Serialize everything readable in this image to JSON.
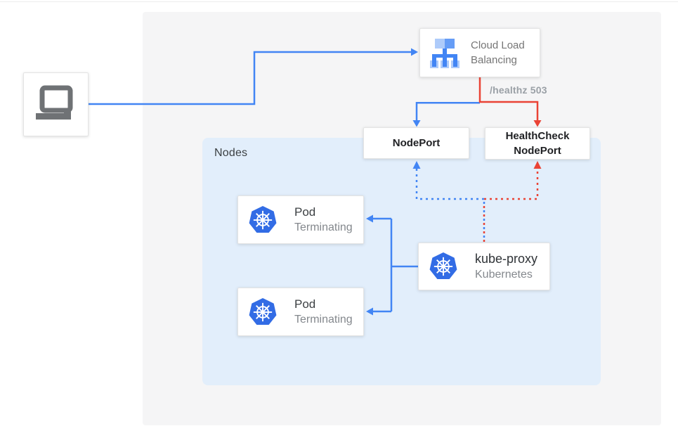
{
  "diagram": {
    "client": {
      "icon": "laptop-icon"
    },
    "cloud_load_balancing": {
      "label": "Cloud Load Balancing",
      "icon": "load-balancer-icon"
    },
    "healthz_label": "/healthz 503",
    "nodeport_label": "NodePort",
    "healthcheck_nodeport_label": "HealthCheck NodePort",
    "nodes_label": "Nodes",
    "pods": [
      {
        "title": "Pod",
        "status": "Terminating",
        "icon": "kubernetes-helm-icon"
      },
      {
        "title": "Pod",
        "status": "Terminating",
        "icon": "kubernetes-helm-icon"
      }
    ],
    "kube_proxy": {
      "title": "kube-proxy",
      "subtitle": "Kubernetes",
      "icon": "kubernetes-helm-icon"
    },
    "colors": {
      "flow_blue": "#4285f4",
      "flow_red": "#ea4335",
      "k8s_blue": "#326ce5",
      "lb_icon_light": "#aecbfa",
      "lb_icon_medium": "#669df6",
      "lb_icon_dark": "#4285f4",
      "laptop_gray": "#6f7275",
      "nodes_panel_bg": "#e2eefb",
      "outer_panel_bg": "#f5f5f6",
      "label_gray": "#9aa0a6"
    }
  }
}
